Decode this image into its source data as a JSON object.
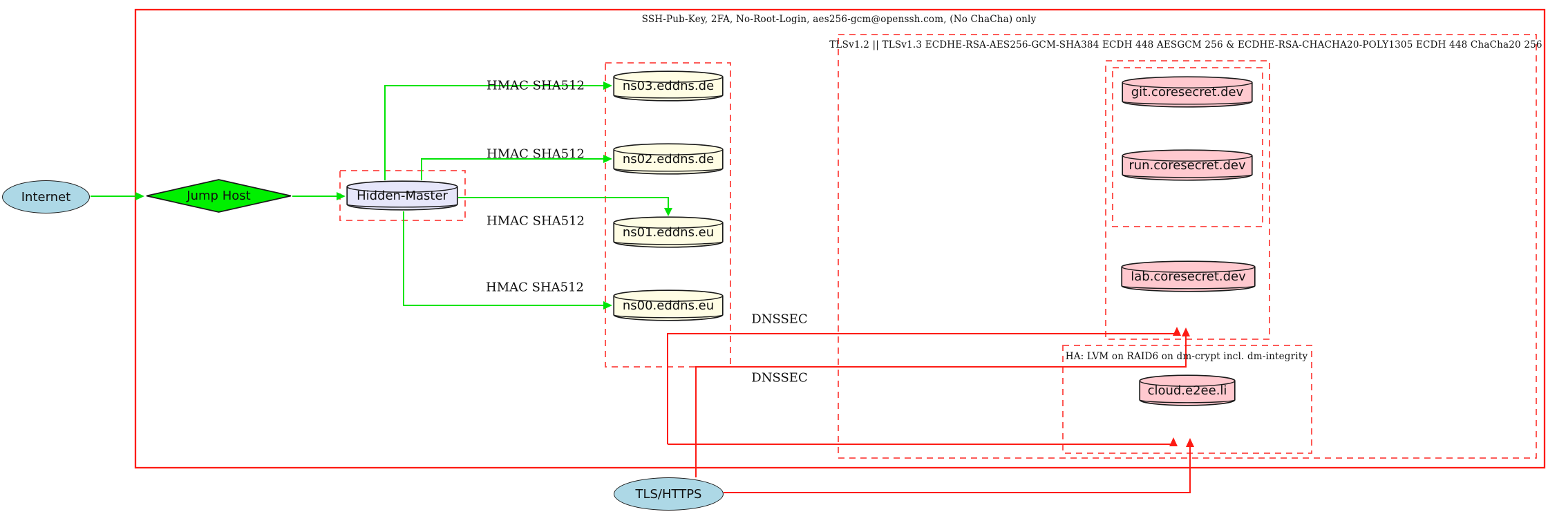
{
  "diagram": {
    "clusters": {
      "outer_ssh": {
        "label": "SSH-Pub-Key, 2FA, No-Root-Login, aes256-gcm@openssh.com, (No ChaCha) only"
      },
      "tls": {
        "label": "TLSv1.2 || TLSv1.3 ECDHE-RSA-AES256-GCM-SHA384 ECDH 448 AESGCM 256 & ECDHE-RSA-CHACHA20-POLY1305 ECDH 448 ChaCha20 256"
      },
      "ha": {
        "label": "HA: LVM on RAID6 on dm-crypt incl. dm-integrity"
      }
    },
    "nodes": {
      "internet": {
        "label": "Internet",
        "shape": "ellipse",
        "fill": "#add8e6"
      },
      "jump_host": {
        "label": "Jump Host",
        "shape": "diamond",
        "fill": "#00f000"
      },
      "hidden_master": {
        "label": "Hidden-Master",
        "shape": "cylinder",
        "fill": "#e6e6fa"
      },
      "ns03": {
        "label": "ns03.eddns.de",
        "shape": "cylinder",
        "fill": "#fffde4"
      },
      "ns02": {
        "label": "ns02.eddns.de",
        "shape": "cylinder",
        "fill": "#fffde4"
      },
      "ns01": {
        "label": "ns01.eddns.eu",
        "shape": "cylinder",
        "fill": "#fffde4"
      },
      "ns00": {
        "label": "ns00.eddns.eu",
        "shape": "cylinder",
        "fill": "#fffde4"
      },
      "git": {
        "label": "git.coresecret.dev",
        "shape": "cylinder",
        "fill": "#ffc9cf"
      },
      "run": {
        "label": "run.coresecret.dev",
        "shape": "cylinder",
        "fill": "#ffc9cf"
      },
      "lab": {
        "label": "lab.coresecret.dev",
        "shape": "cylinder",
        "fill": "#ffc9cf"
      },
      "cloud": {
        "label": "cloud.e2ee.li",
        "shape": "cylinder",
        "fill": "#ffc9cf"
      },
      "tls_https": {
        "label": "TLS/HTTPS",
        "shape": "ellipse",
        "fill": "#add8e6"
      }
    },
    "edge_labels": {
      "hmac_ns03": "HMAC SHA512",
      "hmac_ns02": "HMAC SHA512",
      "hmac_ns01": "HMAC SHA512",
      "hmac_ns00": "HMAC SHA512",
      "dnssec_top": "DNSSEC",
      "dnssec_bottom": "DNSSEC"
    },
    "colors": {
      "edge_green": "#00e405",
      "edge_red": "#fd1b14",
      "cluster_dashed_red": "#fd4642",
      "node_lightblue": "#add8e6",
      "node_green": "#00f000",
      "node_lavender": "#e6e6fa",
      "node_lightyellow": "#fffde4",
      "node_pink": "#ffc9cf",
      "outline_black": "#1a1a1a"
    }
  }
}
